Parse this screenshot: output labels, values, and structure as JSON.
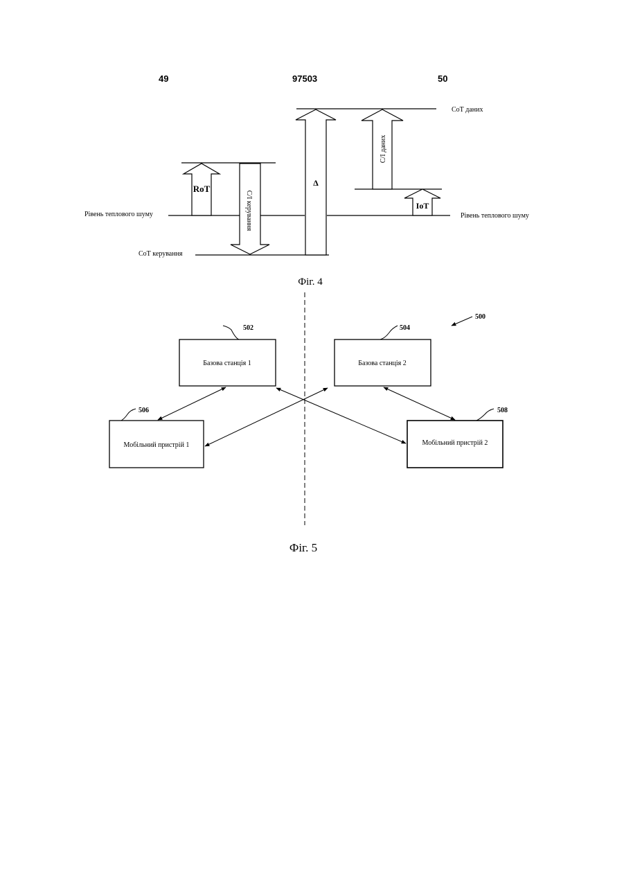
{
  "header": {
    "left_page": "49",
    "patent_number": "97503",
    "right_page": "50"
  },
  "fig4": {
    "caption": "Фіг. 4",
    "cot_data": "СоТ даних",
    "ci_data": "С/І даних",
    "rot": "RoT",
    "ci_control": "С/І керування",
    "delta": "Δ",
    "iot": "IoT",
    "noise_left": "Рівень теплового шуму",
    "noise_right": "Рівень теплового шуму",
    "cot_control": "СоТ керування"
  },
  "fig5": {
    "caption": "Фіг. 5",
    "system_ref": "500",
    "bs1": {
      "ref": "502",
      "label": "Базова станція 1"
    },
    "bs2": {
      "ref": "504",
      "label": "Базова станція 2"
    },
    "md1": {
      "ref": "506",
      "label": "Мобільний пристрій 1"
    },
    "md2": {
      "ref": "508",
      "label": "Мобільний пристрій 2"
    }
  }
}
